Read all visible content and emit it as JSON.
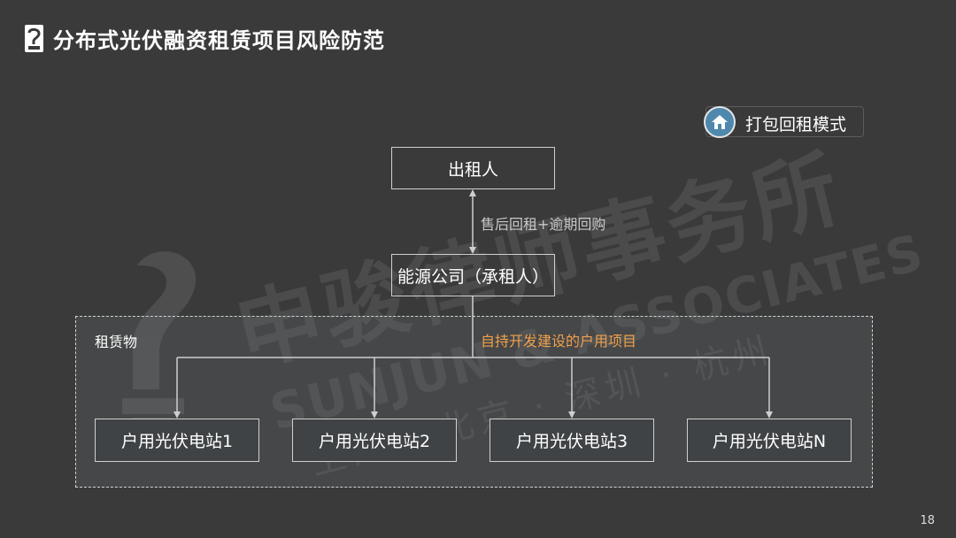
{
  "header": {
    "title": "分布式光伏融资租赁项目风险防范",
    "logo_icon": "firm-logo-icon"
  },
  "watermark": {
    "firm_name": "申骏律师事务所",
    "english_name": "SUNJUN & ASSOCIATES",
    "cities": "上海 · 北京 · 深圳 · 杭州"
  },
  "badge": {
    "icon": "house-icon",
    "label": "打包回租模式"
  },
  "diagram": {
    "lessor": "出租人",
    "relation": "售后回租+逾期回购",
    "lessee": "能源公司（承租人）",
    "leased_assets_label": "租赁物",
    "project_label": "自持开发建设的户用项目",
    "stations": [
      "户用光伏电站1",
      "户用光伏电站2",
      "户用光伏电站3",
      "户用光伏电站N"
    ]
  },
  "footer": {
    "page_number": "18"
  },
  "colors": {
    "background": "#3a3a3a",
    "project_label": "#f0a04b",
    "badge_icon": "#4f88ad"
  }
}
